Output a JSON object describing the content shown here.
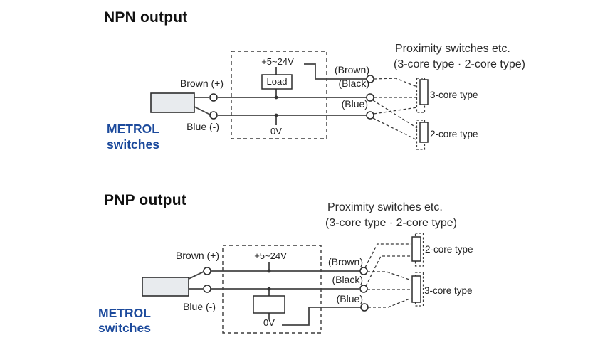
{
  "colors": {
    "brand_blue": "#1c4a9c",
    "line": "#454545",
    "switch_box_fill": "#e8ebee"
  },
  "npn": {
    "title": "NPN output",
    "heading_line1": "Proximity switches etc.",
    "heading_line2": "(3-core type · 2-core type)",
    "brand_line1": "METROL",
    "brand_line2": "switches",
    "switch_wire_plus": "Brown (+)",
    "switch_wire_minus": "Blue (-)",
    "supply_label": "+5~24V",
    "load_label": "Load",
    "ground_label": "0V",
    "cable_labels": {
      "brown": "(Brown)",
      "black": "(Black)",
      "blue": "(Blue)"
    },
    "connector_3core": "3-core type",
    "connector_2core": "2-core type"
  },
  "pnp": {
    "title": "PNP output",
    "heading_line1": "Proximity switches etc.",
    "heading_line2": "(3-core type · 2-core type)",
    "brand_line1": "METROL",
    "brand_line2": "switches",
    "switch_wire_plus": "Brown (+)",
    "switch_wire_minus": "Blue (-)",
    "supply_label": "+5~24V",
    "ground_label": "0V",
    "cable_labels": {
      "brown": "(Brown)",
      "black": "(Black)",
      "blue": "(Blue)"
    },
    "connector_2core": "2-core type",
    "connector_3core": "3-core type"
  }
}
